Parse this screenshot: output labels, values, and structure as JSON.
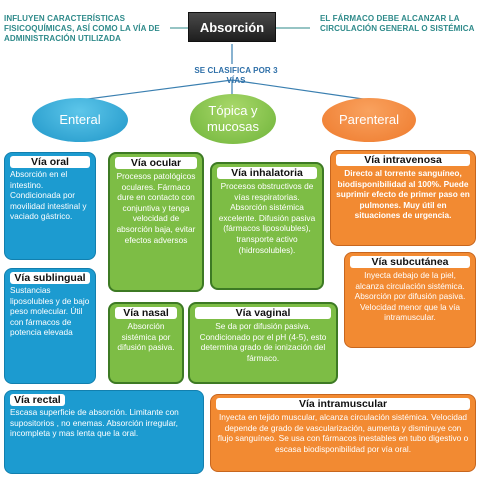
{
  "title": "Absorción",
  "note_left": "INFLUYEN CARACTERÍSTICAS FISICOQUÍMICAS, ASÍ COMO LA VÍA DE ADMINISTRACIÓN UTILIZADA",
  "note_right": "EL FÁRMACO DEBE ALCANZAR LA CIRCULACIÓN GENERAL O SISTÉMICA",
  "classification": "SE CLASIFICA POR 3 VÍAS",
  "categories": {
    "enteral": "Enteral",
    "topica": "Tópica y mucosas",
    "parenteral": "Parenteral"
  },
  "cards": {
    "oral": {
      "title": "Vía oral",
      "text": "Absorción en el intestino. Condicionada por movilidad intestinal y vaciado gástrico."
    },
    "sublingual": {
      "title": "Vía sublingual",
      "text": "Sustancias liposolubles y de bajo peso molecular. Útil con fármacos de potencia elevada"
    },
    "rectal": {
      "title": "Vía rectal",
      "text": "Escasa superficie de absorción. Limitante con supositorios , no enemas. Absorción irregular, incompleta y mas lenta que la oral."
    },
    "ocular": {
      "title": "Vía ocular",
      "text": "Procesos patológicos oculares. Fármaco dure en contacto con conjuntiva y tenga velocidad de absorción baja, evitar efectos adversos"
    },
    "inhalatoria": {
      "title": "Vía inhalatoria",
      "text": "Procesos obstructivos de vías respiratorias. Absorción sistémica excelente. Difusión pasiva (fármacos liposolubles), transporte activo (hidrosolubles)."
    },
    "nasal": {
      "title": "Vía nasal",
      "text": "Absorción sistémica por difusión pasiva."
    },
    "vaginal": {
      "title": "Vía vaginal",
      "text": "Se da por difusión pasiva. Condicionado por el pH (4-5), esto determina grado de ionización del fármaco."
    },
    "intravenosa": {
      "title": "Vía intravenosa",
      "text": "Directo al torrente sanguíneo, biodisponibilidad al 100%. Puede suprimir efecto de primer paso en pulmones. Muy útil en situaciones de urgencia."
    },
    "subcutanea": {
      "title": "Vía subcutánea",
      "text": "Inyecta debajo de la piel, alcanza circulación sistémica. Absorción por difusión pasiva. Velocidad menor que la vía intramuscular."
    },
    "intramuscular": {
      "title": "Vía intramuscular",
      "text": "Inyecta en tejido muscular, alcanza circulación sistémica. Velocidad depende de grado de vascularización, aumenta y disminuye con flujo sanguíneo. Se usa con fármacos inestables en tubo digestivo o escasa biodisponibilidad por vía oral."
    }
  },
  "colors": {
    "teal_note": "#2e8a8a",
    "blue": "#1c9bd0",
    "green": "#7dbd45",
    "orange": "#f28a32"
  }
}
